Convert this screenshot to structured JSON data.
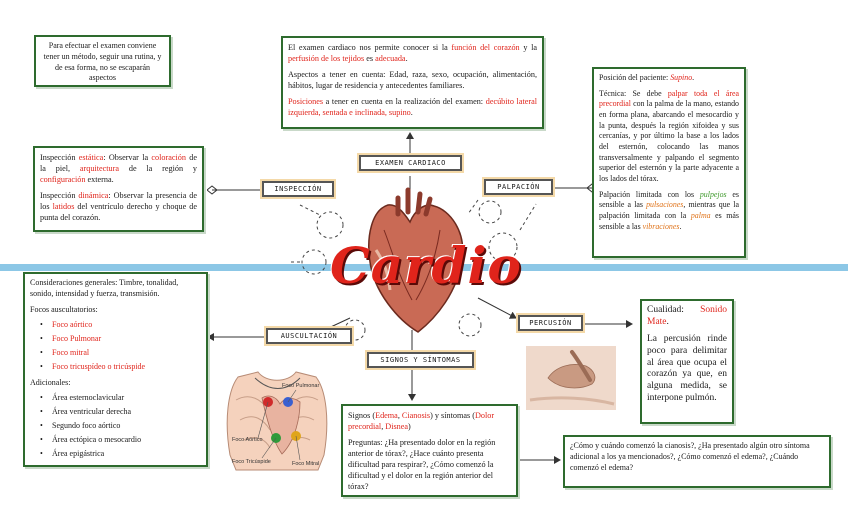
{
  "center": {
    "title": "Cardio"
  },
  "nodes": {
    "examen": "EXAMEN CARDIACO",
    "inspeccion": "INSPECCIÓN",
    "palpacion": "PALPACIÓN",
    "auscultacion": "AUSCULTACIÓN",
    "percusion": "PERCUSIÓN",
    "signos": "SIGNOS Y SÍNTOMAS"
  },
  "method_note": "Para efectuar el examen conviene tener un método, seguir una rutina, y de esa forma, no se escaparán aspectos",
  "intro": {
    "p1_a": "El examen cardiaco nos permite conocer si la ",
    "p1_red1": "función del corazón",
    "p1_b": " y la ",
    "p1_red2": "perfusión de los tejidos",
    "p1_c": " es ",
    "p1_red3": "adecuada",
    "p1_d": ".",
    "p2": "Aspectos a tener en cuenta: Edad, raza, sexo, ocupación, alimentación, hábitos, lugar de residencia y antecedentes familiares.",
    "p3_red1": "Posiciones",
    "p3_a": " a tener en cuenta en la realización del examen: ",
    "p3_red2": "decúbito lateral izquierda, sentada e inclinada, supino",
    "p3_b": "."
  },
  "inspeccion": {
    "p1_a": "Inspección ",
    "p1_red1": "estática",
    "p1_b": ": Observar la ",
    "p1_red2": "coloración",
    "p1_c": " de la piel, ",
    "p1_red3": "arquitectura",
    "p1_d": " de la región y ",
    "p1_red4": "configuración",
    "p1_e": " externa.",
    "p2_a": "Inspección ",
    "p2_red1": "dinámica",
    "p2_b": ": Observar la presencia de los ",
    "p2_red2": "latidos",
    "p2_c": " del ventrículo derecho y choque de punta del corazón."
  },
  "palpacion": {
    "p1_a": "Posición del paciente: ",
    "p1_red": "Supino",
    "p1_b": ".",
    "p2_a": "Técnica: Se debe ",
    "p2_red": "palpar toda el área precordial",
    "p2_b": " con la palma de la mano, estando en forma plana, abarcando el mesocardio y la punta, después la región xifoidea y sus cercanías, y por último la base a los lados del esternón, colocando las manos transversalmente y palpando el segmento superior del esternón y la parte adyacente a los lados del tórax.",
    "p3_a": "Palpación limitada con los ",
    "p3_green": "pulpejos",
    "p3_b": " es sensible a las ",
    "p3_orange1": "pulsaciones",
    "p3_c": ", mientras que la palpación limitada con la ",
    "p3_orange2": "palma",
    "p3_d": " es más sensible a las ",
    "p3_orange3": "vibraciones",
    "p3_e": "."
  },
  "auscultacion": {
    "general": "Consideraciones generales: Timbre, tonalidad, sonido, intensidad y fuerza, transmisión.",
    "focos_title": "Focos auscultatorios:",
    "focos": [
      "Foco aórtico",
      "Foco Pulmonar",
      "Foco mitral",
      "Foco tricuspídeo o tricúspide"
    ],
    "adicionales_title": "Adicionales:",
    "adicionales": [
      "Área esternoclavicular",
      "Área ventricular derecha",
      "Segundo foco aórtico",
      "Área ectópica o mesocardio",
      "Área epigástrica"
    ]
  },
  "torso_labels": {
    "pulmonar": "Foco Pulmonar",
    "aortico": "Foco Aórtico",
    "tricuspideo": "Foco Tricúspide",
    "mitral": "Foco Mitral"
  },
  "percusion": {
    "p1_a": "Cualidad: ",
    "p1_red": "Sonido Mate",
    "p1_b": ".",
    "p2": "La percusión rinde poco para delimitar al área que ocupa el corazón ya que, en alguna medida, se interpone pulmón."
  },
  "signos": {
    "p1_a": "Signos (",
    "p1_red1": "Edema",
    "p1_b": ", ",
    "p1_red2": "Cianosis",
    "p1_c": ") y síntomas (",
    "p1_red3": "Dolor precordial",
    "p1_d": ", ",
    "p1_red4": "Disnea",
    "p1_e": ")",
    "p2": "Preguntas: ¿Ha presentado dolor en la región anterior de tórax?, ¿Hace cuánto presenta dificultad para respirar?, ¿Cómo comenzó la dificultad y el dolor en la región anterior del tórax?"
  },
  "preguntas_extra": "¿Cómo y cuándo comenzó la cianosis?, ¿Ha presentado algún otro síntoma adicional a los ya mencionados?, ¿Cómo comenzó el edema?, ¿Cuándo comenzó el edema?",
  "colors": {
    "accent_red": "#e0241b",
    "box_border": "#2e6b2e",
    "stripe": "#8cc7e6",
    "label_glow": "#f4d9a8"
  }
}
